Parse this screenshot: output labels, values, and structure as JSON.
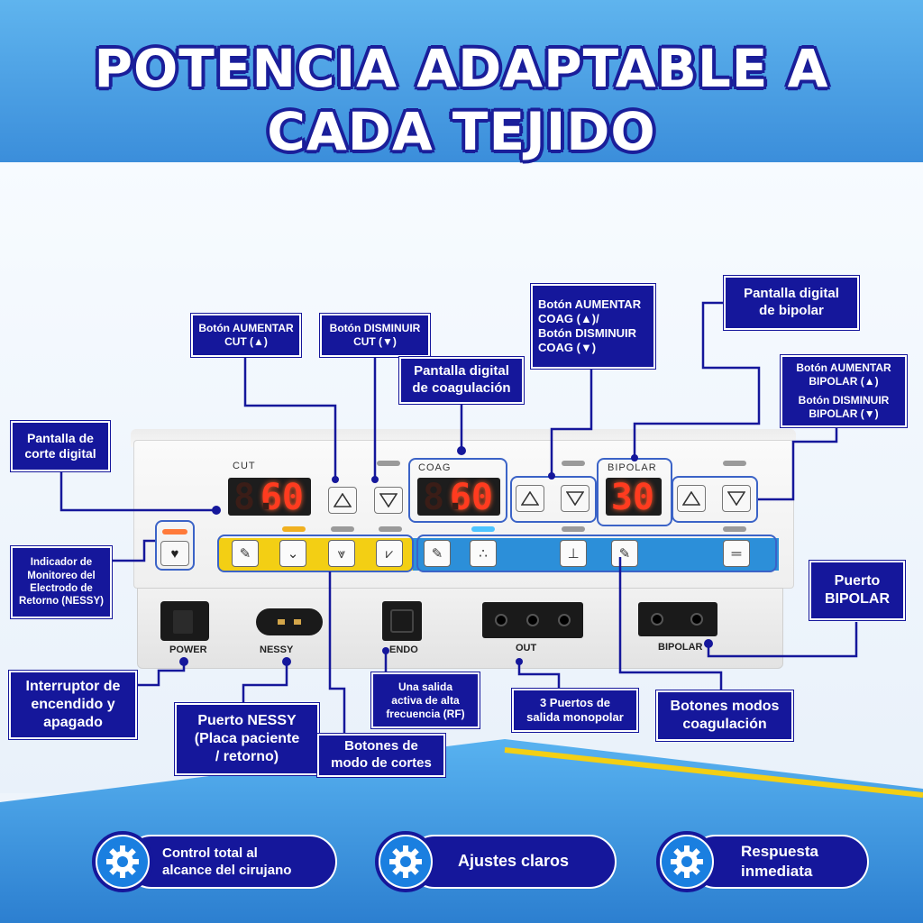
{
  "headline": {
    "line1": "POTENCIA ADAPTABLE A",
    "line2": "CADA TEJIDO"
  },
  "colors": {
    "navy": "#15179b",
    "sky_blue": "#4fa8ea",
    "display_red": "#ff3b1f",
    "accent_yellow": "#f3cf14"
  },
  "device": {
    "cut": {
      "label": "CUT",
      "value": "60"
    },
    "coag": {
      "label": "COAG",
      "value": "60"
    },
    "bipolar": {
      "label": "BIPOLAR",
      "value": "30"
    },
    "ports": {
      "power": "POWER",
      "nessy": "NESSY",
      "endo": "ENDO",
      "out": "OUT",
      "bipolar": "BIPOLAR"
    },
    "icons": {
      "up": "triangle-up-icon",
      "down": "triangle-down-icon",
      "nessy_indicator": "heart-icon"
    }
  },
  "callouts": {
    "cut_up": "Botón AUMENTAR\nCUT (▲)",
    "cut_down": "Botón DISMINUIR\nCUT (▼)",
    "coag_display": "Pantalla digital\nde coagulación",
    "coag_buttons": "Botón AUMENTAR\nCOAG (▲)/\nBotón DISMINUIR\nCOAG (▼)",
    "bipolar_display": "Pantalla digital\nde bipolar",
    "bipolar_up": "Botón AUMENTAR\nBIPOLAR (▲)",
    "bipolar_down": "Botón DISMINUIR\nBIPOLAR (▼)",
    "cut_display": "Pantalla de\ncorte digital",
    "nessy_monitor": "Indicador de\nMonitoreo del\nElectrodo de\nRetorno (NESSY)",
    "bipolar_port": "Puerto\nBIPOLAR",
    "power_switch": "Interruptor de\nencendido y\napagado",
    "nessy_port": "Puerto NESSY\n(Placa paciente\n/ retorno)",
    "cut_modes": "Botones de\nmodo de cortes",
    "rf_output": "Una salida\nactiva de alta\nfrecuencia (RF)",
    "monopolar_ports": "3 Puertos de\nsalida monopolar",
    "coag_modes": "Botones modos\ncoagulación"
  },
  "features": [
    {
      "label": "Control total al\nalcance del cirujano",
      "icon": "gear-icon"
    },
    {
      "label": "Ajustes claros",
      "icon": "gear-icon"
    },
    {
      "label": "Respuesta\ninmediata",
      "icon": "gear-icon"
    }
  ]
}
